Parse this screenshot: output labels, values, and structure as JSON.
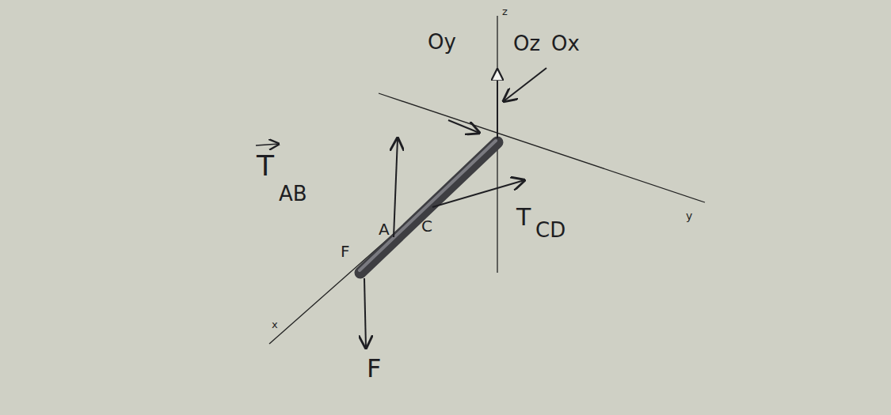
{
  "diagram": {
    "labels": [
      "z",
      "Oy",
      "Oz",
      "Ox",
      "T",
      "AB",
      "A",
      "C",
      "T",
      "CD",
      "y",
      "F",
      "x",
      "F"
    ]
  }
}
